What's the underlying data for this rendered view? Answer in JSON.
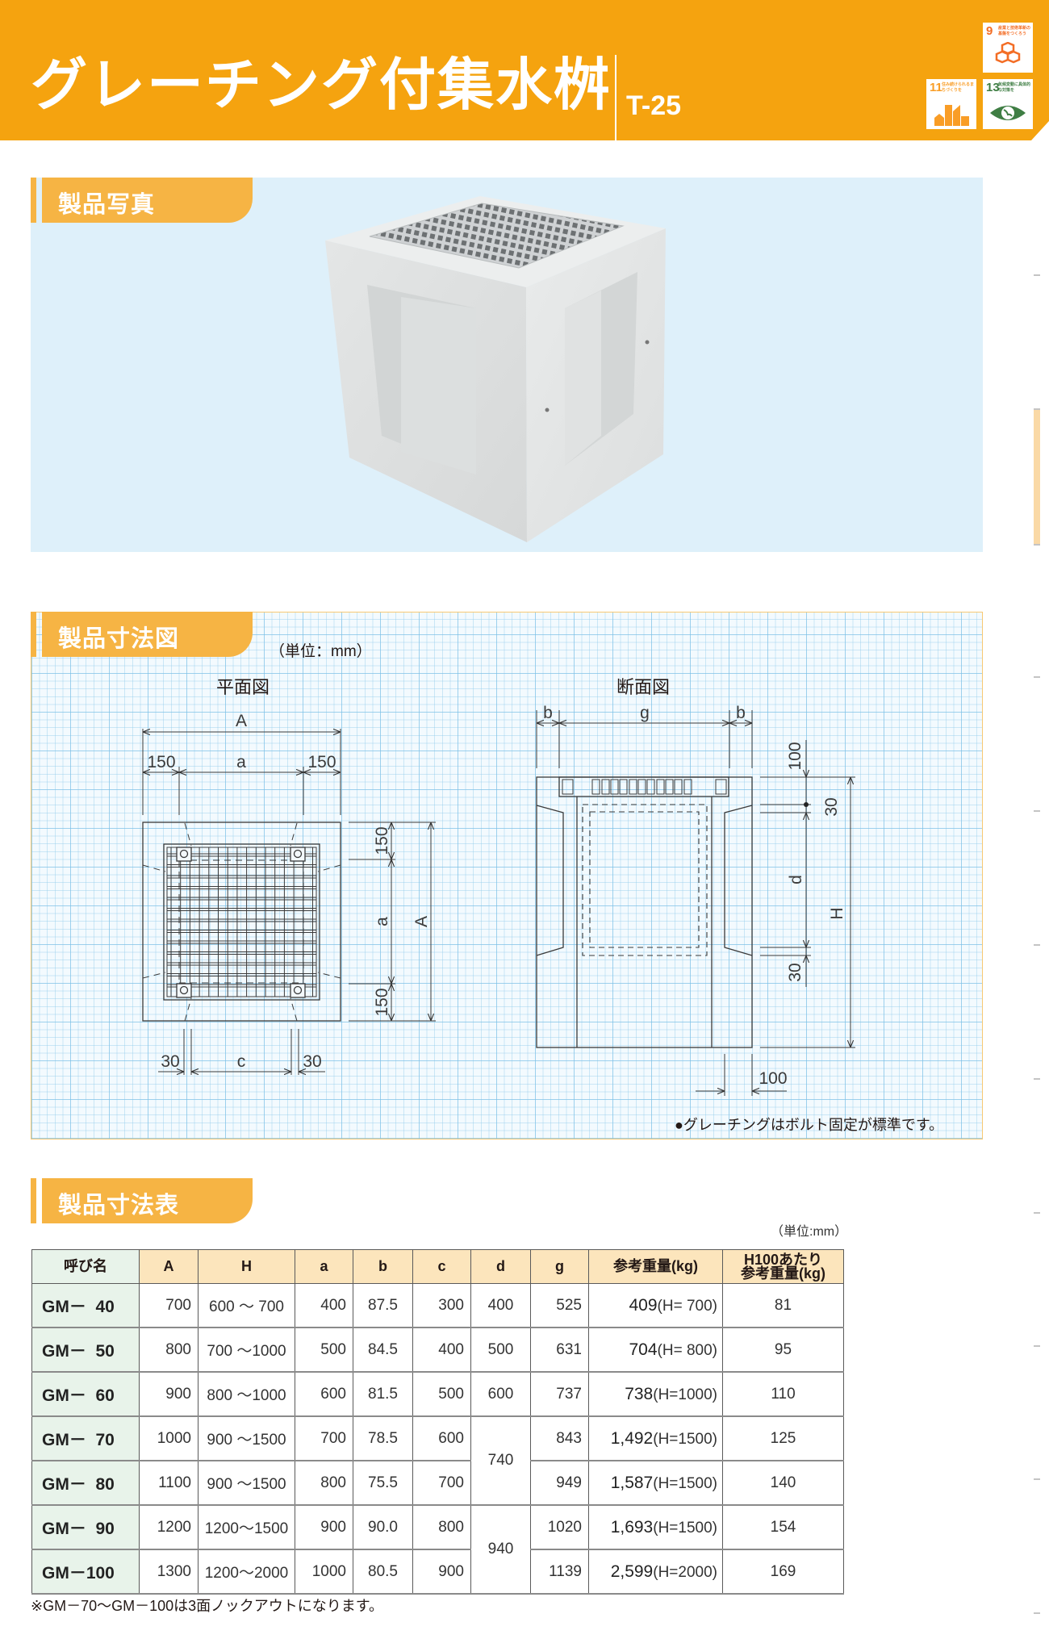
{
  "header": {
    "title": "グレーチング付集水桝",
    "code": "T-25"
  },
  "sdgs": [
    {
      "num": "9",
      "text": "産業と技術革新の基盤をつくろう",
      "color": "#F36D25"
    },
    {
      "num": "11",
      "text": "住み続けられるまちづくりを",
      "color": "#F99D26"
    },
    {
      "num": "13",
      "text": "気候変動に具体的な対策を",
      "color": "#3F7E44"
    }
  ],
  "sections": {
    "photo": "製品写真",
    "drawing": "製品寸法図",
    "table": "製品寸法表"
  },
  "drawing": {
    "unit": "（単位：mm）",
    "plan_title": "平面図",
    "section_title": "断面図",
    "note": "●グレーチングはボルト固定が標準です。",
    "plan_labels": {
      "A_top": "A",
      "side_left": "150",
      "a_top": "a",
      "side_right": "150",
      "right_top": "150",
      "a_right": "a",
      "right_bottom": "150",
      "A_right": "A",
      "bottom_left": "30",
      "c": "c",
      "bottom_right": "30"
    },
    "section_labels": {
      "b_left": "b",
      "g": "g",
      "b_right": "b",
      "top_100": "100",
      "top_30": "30",
      "d": "d",
      "H": "H",
      "bottom_30": "30",
      "bottom_100": "100"
    }
  },
  "table": {
    "unit": "（単位:mm）",
    "headers": [
      "呼び名",
      "A",
      "H",
      "a",
      "b",
      "c",
      "d",
      "g",
      "参考重量(kg)",
      "H100あたり",
      "参考重量(kg)"
    ],
    "rows": [
      {
        "name": "GM－  40",
        "A": "700",
        "H": "600 ～ 700",
        "a": "400",
        "b": "87.5",
        "c": "300",
        "d": "400",
        "g": "525",
        "w": "409",
        "wh": "(H= 700)",
        "h100": "81"
      },
      {
        "name": "GM－  50",
        "A": "800",
        "H": "700 ～1000",
        "a": "500",
        "b": "84.5",
        "c": "400",
        "d": "500",
        "g": "631",
        "w": "704",
        "wh": "(H= 800)",
        "h100": "95"
      },
      {
        "name": "GM－  60",
        "A": "900",
        "H": "800 ～1000",
        "a": "600",
        "b": "81.5",
        "c": "500",
        "d": "600",
        "g": "737",
        "w": "738",
        "wh": "(H=1000)",
        "h100": "110"
      },
      {
        "name": "GM－  70",
        "A": "1000",
        "H": "900 ～1500",
        "a": "700",
        "b": "78.5",
        "c": "600",
        "d": "740",
        "g": "843",
        "w": "1,492",
        "wh": "(H=1500)",
        "h100": "125"
      },
      {
        "name": "GM－  80",
        "A": "1100",
        "H": "900 ～1500",
        "a": "800",
        "b": "75.5",
        "c": "700",
        "d": "740",
        "g": "949",
        "w": "1,587",
        "wh": "(H=1500)",
        "h100": "140"
      },
      {
        "name": "GM－  90",
        "A": "1200",
        "H": "1200～1500",
        "a": "900",
        "b": "90.0",
        "c": "800",
        "d": "940",
        "g": "1020",
        "w": "1,693",
        "wh": "(H=1500)",
        "h100": "154"
      },
      {
        "name": "GM－100",
        "A": "1300",
        "H": "1200～2000",
        "a": "1000",
        "b": "80.5",
        "c": "900",
        "d": "940",
        "g": "1139",
        "w": "2,599",
        "wh": "(H=2000)",
        "h100": "169"
      }
    ],
    "footnote": "※GM－70～GM－100は3面ノックアウトになります。"
  }
}
